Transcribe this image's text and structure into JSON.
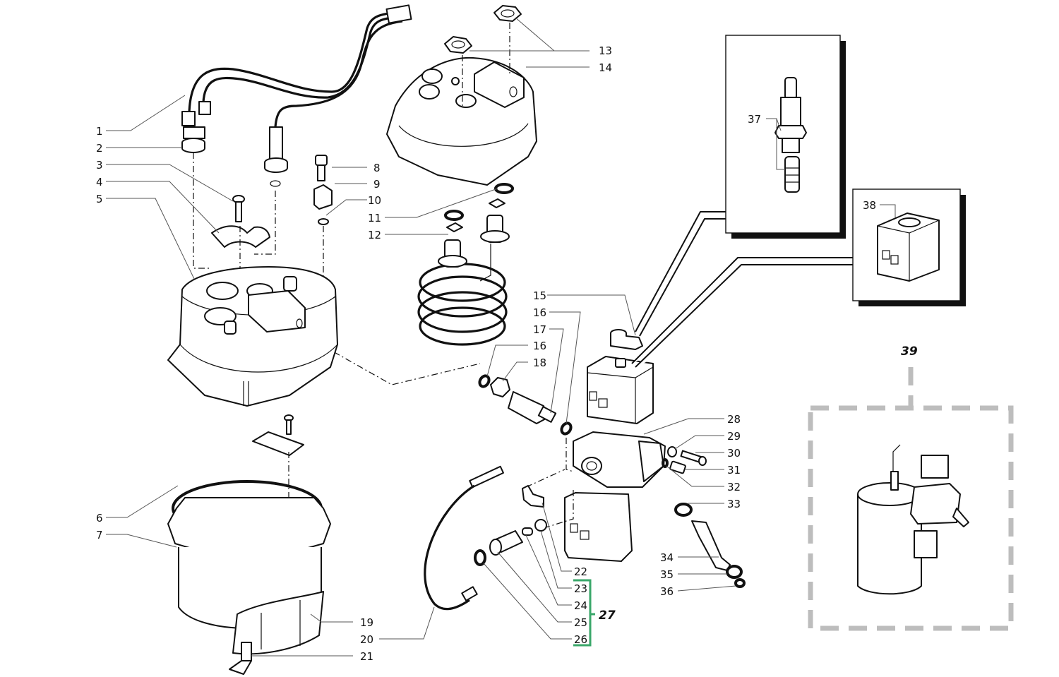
{
  "diagram": {
    "title": "Boiler and solenoid valve assembly - exploded parts view",
    "callouts": [
      {
        "id": "1",
        "label": "1"
      },
      {
        "id": "2",
        "label": "2"
      },
      {
        "id": "3",
        "label": "3"
      },
      {
        "id": "4",
        "label": "4"
      },
      {
        "id": "5",
        "label": "5"
      },
      {
        "id": "6",
        "label": "6"
      },
      {
        "id": "7",
        "label": "7"
      },
      {
        "id": "8",
        "label": "8"
      },
      {
        "id": "9",
        "label": "9"
      },
      {
        "id": "10",
        "label": "10"
      },
      {
        "id": "11",
        "label": "11"
      },
      {
        "id": "12",
        "label": "12"
      },
      {
        "id": "13",
        "label": "13"
      },
      {
        "id": "14",
        "label": "14"
      },
      {
        "id": "15",
        "label": "15"
      },
      {
        "id": "16a",
        "label": "16"
      },
      {
        "id": "17",
        "label": "17"
      },
      {
        "id": "16b",
        "label": "16"
      },
      {
        "id": "18",
        "label": "18"
      },
      {
        "id": "19",
        "label": "19"
      },
      {
        "id": "20",
        "label": "20"
      },
      {
        "id": "21",
        "label": "21"
      },
      {
        "id": "22",
        "label": "22"
      },
      {
        "id": "23",
        "label": "23"
      },
      {
        "id": "24",
        "label": "24"
      },
      {
        "id": "25",
        "label": "25"
      },
      {
        "id": "26",
        "label": "26"
      },
      {
        "id": "28",
        "label": "28"
      },
      {
        "id": "29",
        "label": "29"
      },
      {
        "id": "30",
        "label": "30"
      },
      {
        "id": "31",
        "label": "31"
      },
      {
        "id": "32",
        "label": "32"
      },
      {
        "id": "33",
        "label": "33"
      },
      {
        "id": "34",
        "label": "34"
      },
      {
        "id": "35",
        "label": "35"
      },
      {
        "id": "36",
        "label": "36"
      },
      {
        "id": "37",
        "label": "37"
      },
      {
        "id": "38",
        "label": "38"
      }
    ],
    "group_labels": {
      "kit_27": "27",
      "assembly_39": "39"
    },
    "colors": {
      "kit_bracket": "#3aa76a",
      "assembly_outline": "#bdbdbd",
      "line": "#111111"
    },
    "parts": {
      "wire_harness": "Wiring harness with connector",
      "thermostat": "Thermostat",
      "boiler_lid": "Boiler lid",
      "heating_element": "Heating element coil",
      "boiler_body": "Boiler body",
      "boiler_base": "Boiler base ring",
      "solenoid_valve": "Solenoid valve block",
      "solenoid_coil": "Solenoid coil",
      "valve_stem": "Valve stem / plunger",
      "complete_assembly": "Complete boiler assembly"
    }
  }
}
